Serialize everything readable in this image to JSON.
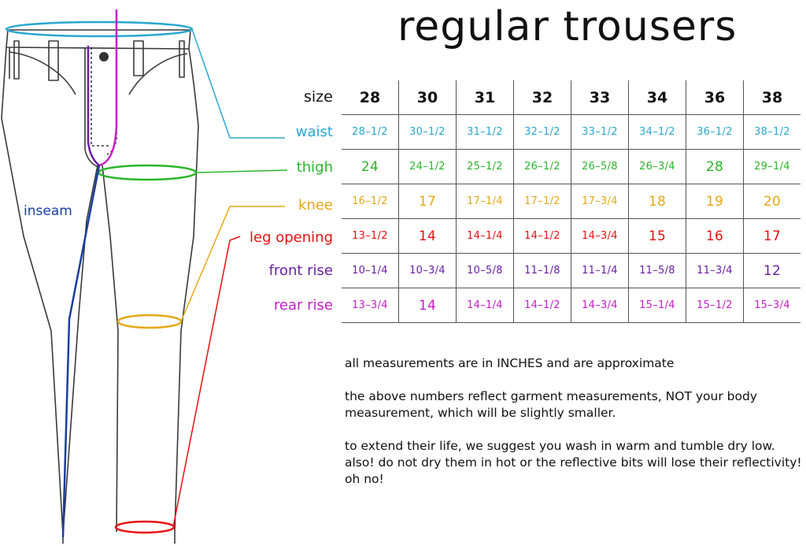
{
  "title": "regular trousers",
  "size_label": "size",
  "inseam_label": "inseam",
  "colors": {
    "waist": "#2aa7cf",
    "thigh": "#2ab52a",
    "knee": "#e6a817",
    "leg_opening": "#e81010",
    "front_rise": "#6a1fa5",
    "rear_rise": "#c41ec9",
    "inseam": "#1a3e9e",
    "outline": "#3a3a3a"
  },
  "sizes": [
    "28",
    "30",
    "31",
    "32",
    "33",
    "34",
    "36",
    "38"
  ],
  "rows": [
    {
      "label": "waist",
      "color": "#2aa7cf",
      "values": [
        "28-1/2",
        "30-1/2",
        "31-1/2",
        "32-1/2",
        "33-1/2",
        "34-1/2",
        "36-1/2",
        "38-1/2"
      ]
    },
    {
      "label": "thigh",
      "color": "#2ab52a",
      "values": [
        "24",
        "24-1/2",
        "25-1/2",
        "26-1/2",
        "26-5/8",
        "26-3/4",
        "28",
        "29-1/4"
      ]
    },
    {
      "label": "knee",
      "color": "#e6a817",
      "values": [
        "16-1/2",
        "17",
        "17-1/4",
        "17-1/2",
        "17-3/4",
        "18",
        "19",
        "20"
      ]
    },
    {
      "label": "leg opening",
      "color": "#e81010",
      "values": [
        "13-1/2",
        "14",
        "14-1/4",
        "14-1/2",
        "14-3/4",
        "15",
        "16",
        "17"
      ]
    },
    {
      "label": "front rise",
      "color": "#6a1fa5",
      "values": [
        "10-1/4",
        "10-3/4",
        "10-5/8",
        "11-1/8",
        "11-1/4",
        "11-5/8",
        "11-3/4",
        "12"
      ]
    },
    {
      "label": "rear rise",
      "color": "#c41ec9",
      "values": [
        "13-3/4",
        "14",
        "14-1/4",
        "14-1/2",
        "14-3/4",
        "15-1/4",
        "15-1/2",
        "15-3/4"
      ]
    }
  ],
  "notes": [
    "all measurements are in INCHES and are approximate",
    "the above numbers reflect garment measurements, NOT your body measurement, which will be slightly smaller.",
    "to extend their life, we suggest you wash in warm and tumble dry low. also! do not dry them in hot or the reflective bits will lose their reflectivity! oh no!"
  ]
}
